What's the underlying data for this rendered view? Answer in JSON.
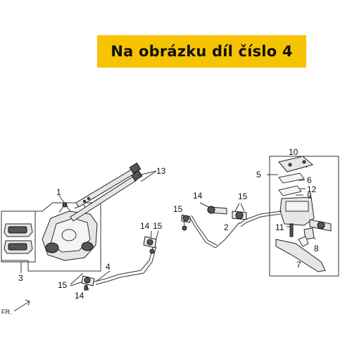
{
  "banner": {
    "text": "Na obrázku díl číslo 4",
    "color": "#f6c300"
  },
  "callouts": {
    "c1": "1",
    "c2": "2",
    "c3": "3",
    "c4": "4",
    "c5": "5",
    "c6": "6",
    "c7": "7",
    "c8": "8",
    "c9": "9",
    "c10": "10",
    "c11": "11",
    "c12": "12",
    "c13": "13",
    "c14a": "14",
    "c14b": "14",
    "c14c": "14",
    "c15a": "15",
    "c15b": "15",
    "c15c": "15",
    "c15d": "15"
  },
  "direction_label": "FR."
}
